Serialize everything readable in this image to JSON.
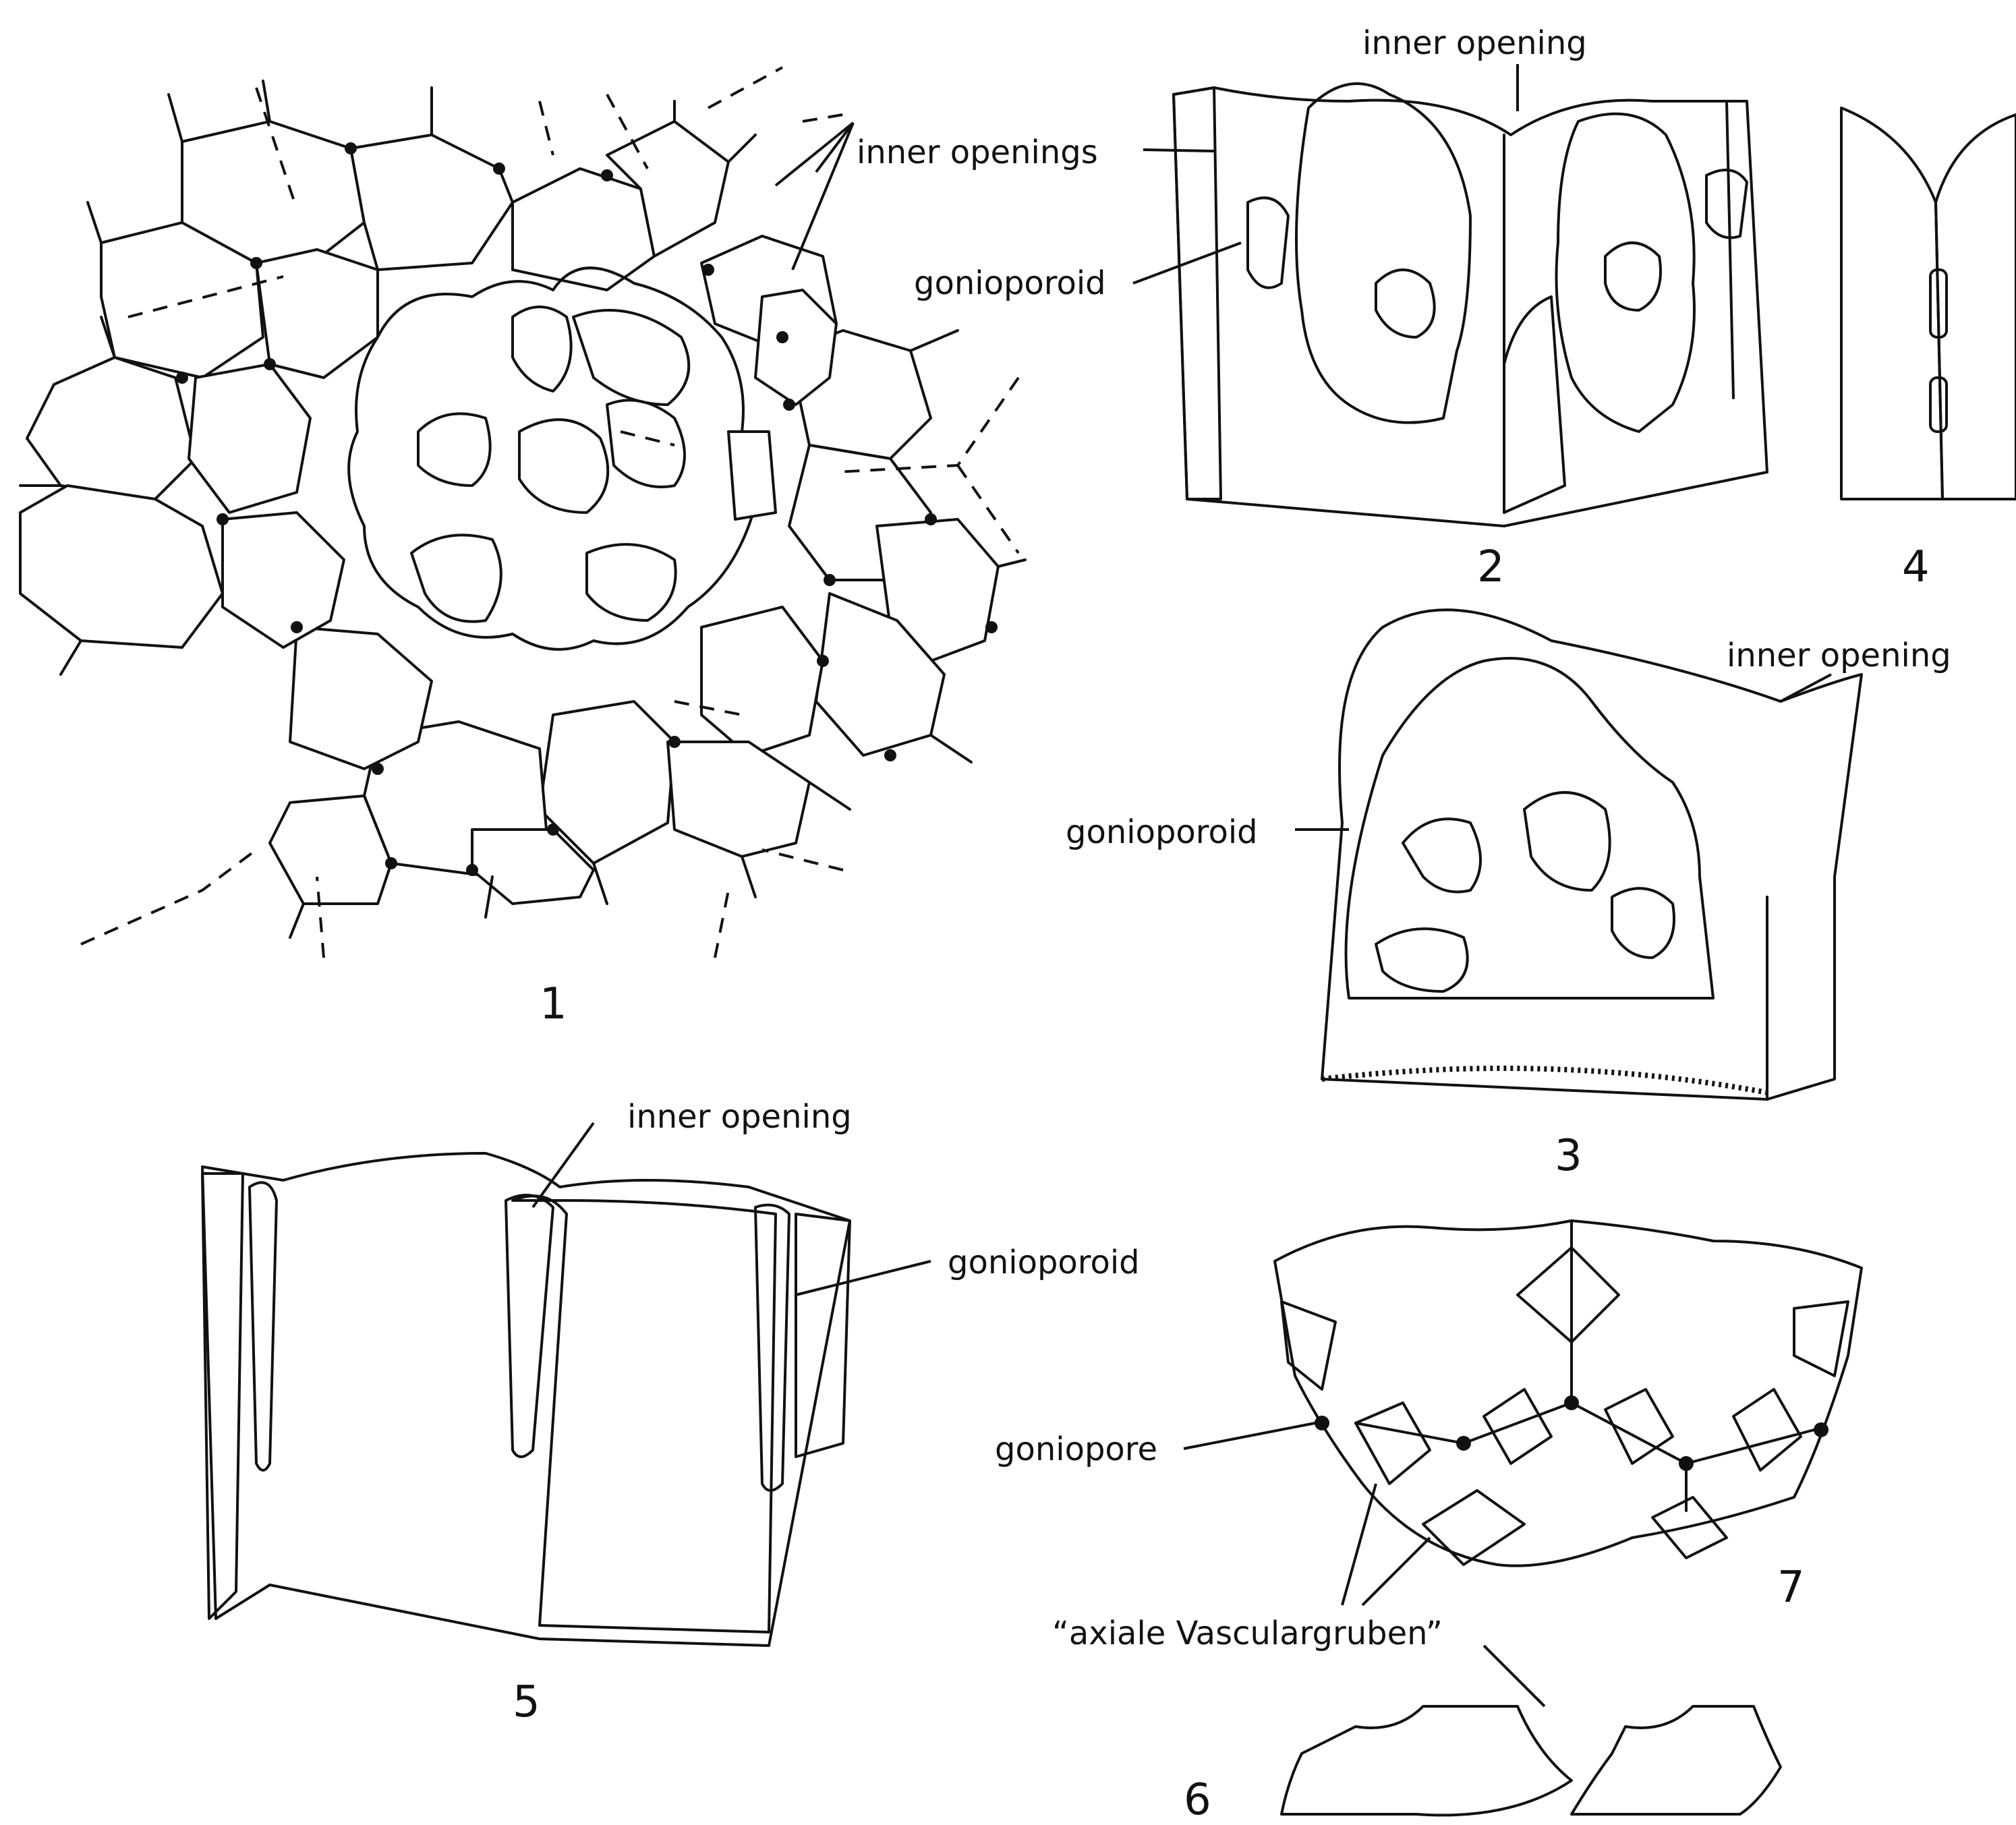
{
  "labels": {
    "fig1_inner_openings": "inner openings",
    "fig1_gonioporoid": "gonioporoid",
    "fig2_inner_opening": "inner opening",
    "fig3_inner_opening": "inner opening",
    "fig3_gonioporoid": "gonioporoid",
    "fig5_inner_opening": "inner opening",
    "fig5_gonioporoid": "gonioporoid",
    "fig7_goniopore": "goniopore",
    "fig67_vasculargruben": "“axiale Vasculargruben”"
  },
  "figure_numbers": {
    "fig1": "1",
    "fig2": "2",
    "fig3": "3",
    "fig4": "4",
    "fig5": "5",
    "fig6": "6",
    "fig7": "7"
  },
  "colors": {
    "ink": "#111111",
    "paper": "#ffffff"
  }
}
